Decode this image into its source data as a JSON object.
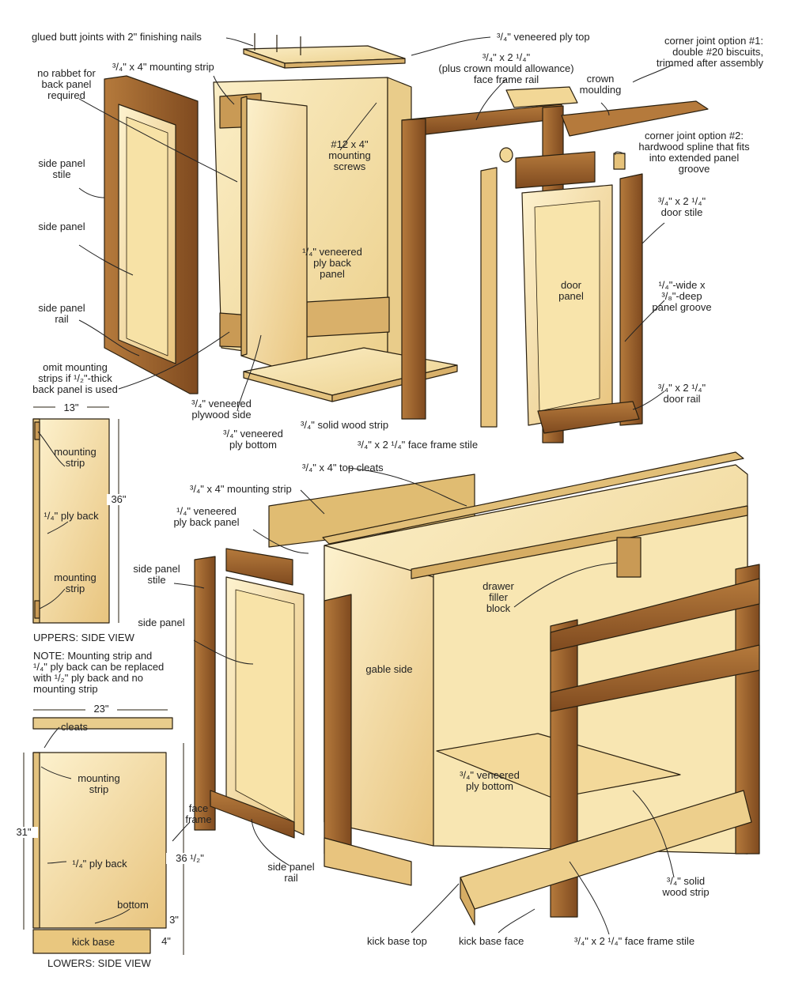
{
  "colors": {
    "wood_light": "#f3dfa8",
    "wood_mid": "#e6c27a",
    "wood_dark": "#b9853f",
    "walnut": "#9a5b2a",
    "walnut_dark": "#6e3d18",
    "ply_edge": "#e8d49a",
    "line": "#222222"
  },
  "labels": {
    "glued_joints": "glued butt joints with 2\" finishing nails",
    "ply_top": "³/₄\" veneered ply top",
    "corner1": "corner joint option #1:\ndouble #20 biscuits,\ntrimmed after assembly",
    "no_rabbet": "no rabbet for\nback panel\nrequired",
    "mounting_strip_top": "³/₄\" x 4\" mounting strip",
    "face_rail": "³/₄\" x 2 ¹/₄\"\n(plus crown mould allowance)\nface frame rail",
    "crown": "crown\nmoulding",
    "screws": "#12 x 4\"\nmounting\nscrews",
    "corner2": "corner joint option #2:\nhardwood spline that fits\ninto extended panel\ngroove",
    "side_panel_stile_top": "side panel\nstile",
    "door_stile": "³/₄\" x 2 ¹/₄\"\ndoor stile",
    "side_panel_top": "side panel",
    "back_panel_top": "¹/₄\" veneered\nply back\npanel",
    "door_panel": "door\npanel",
    "panel_groove": "¹/₄\"-wide x\n³/₈\"-deep\npanel groove",
    "side_panel_rail_top": "side panel\nrail",
    "omit_strips": "omit mounting\nstrips if ¹/₂\"-thick\nback panel is used",
    "door_rail": "³/₄\" x 2 ¹/₄\"\ndoor rail",
    "ply_side": "³/₄\" veneered\nplywood side",
    "solid_strip_top": "³/₄\" solid wood strip",
    "ply_bottom_top": "³/₄\" veneered\nply bottom",
    "face_stile_top": "³/₄\" x 2 ¹/₄\" face frame stile",
    "dim_13": "13\"",
    "mounting_strip_u1": "mounting\nstrip",
    "dim_36": "36\"",
    "ply_back_u": "¹/₄\" ply back",
    "mounting_strip_u2": "mounting\nstrip",
    "uppers_title": "UPPERS: SIDE VIEW",
    "note": "NOTE: Mounting strip and\n¹/₄\" ply back can be replaced\nwith ¹/₂\" ply back and no\nmounting strip",
    "top_cleats": "³/₄\" x 4\" top cleats",
    "mounting_strip_low": "³/₄\" x 4\" mounting strip",
    "back_panel_low": "¹/₄\" veneered\nply back panel",
    "side_panel_stile_low": "side panel\nstile",
    "side_panel_low": "side panel",
    "drawer_filler": "drawer\nfiller\nblock",
    "gable_side": "gable side",
    "dim_23": "23\"",
    "cleats": "cleats",
    "mounting_strip_l": "mounting\nstrip",
    "face_frame": "face\nframe",
    "dim_31": "31\"",
    "dim_36_half": "36 ¹/₂\"",
    "ply_back_l": "¹/₄\" ply back",
    "ply_bottom_low": "³/₄\" veneered\nply bottom",
    "bottom": "bottom",
    "dim_3": "3\"",
    "kick_base": "kick base",
    "dim_4": "4\"",
    "side_panel_rail_low": "side panel\nrail",
    "solid_strip_low": "³/₄\" solid\nwood strip",
    "lowers_title": "LOWERS: SIDE VIEW",
    "kick_base_top": "kick base top",
    "kick_base_face": "kick base face",
    "face_stile_low": "³/₄\" x 2 ¹/₄\" face frame stile"
  }
}
